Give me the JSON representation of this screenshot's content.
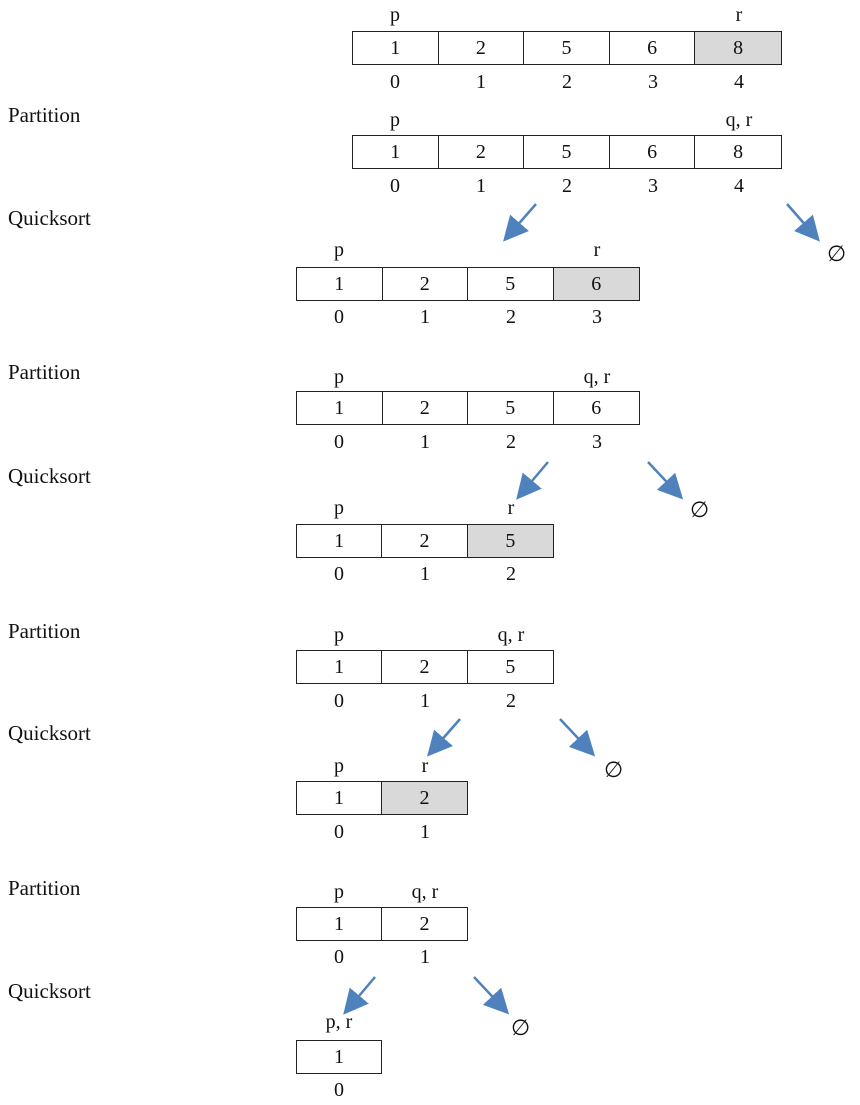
{
  "labels": {
    "partition": "Partition",
    "quicksort": "Quicksort",
    "empty": "∅"
  },
  "colors": {
    "pivot": "#d9d9d9",
    "arrow": "#4f81bd"
  },
  "blocks": [
    {
      "values": [
        "1",
        "2",
        "5",
        "6",
        "8"
      ],
      "indices": [
        "0",
        "1",
        "2",
        "3",
        "4"
      ],
      "pivot": 4,
      "markers": [
        {
          "cell": 0,
          "text": "p"
        },
        {
          "cell": 4,
          "text": "r"
        }
      ]
    },
    {
      "values": [
        "1",
        "2",
        "5",
        "6",
        "8"
      ],
      "indices": [
        "0",
        "1",
        "2",
        "3",
        "4"
      ],
      "pivot": -1,
      "markers": [
        {
          "cell": 0,
          "text": "p"
        },
        {
          "cell": 4,
          "text": "q, r"
        }
      ]
    },
    {
      "values": [
        "1",
        "2",
        "5",
        "6"
      ],
      "indices": [
        "0",
        "1",
        "2",
        "3"
      ],
      "pivot": 3,
      "markers": [
        {
          "cell": 0,
          "text": "p"
        },
        {
          "cell": 3,
          "text": "r"
        }
      ]
    },
    {
      "values": [
        "1",
        "2",
        "5",
        "6"
      ],
      "indices": [
        "0",
        "1",
        "2",
        "3"
      ],
      "pivot": -1,
      "markers": [
        {
          "cell": 0,
          "text": "p"
        },
        {
          "cell": 3,
          "text": "q, r"
        }
      ]
    },
    {
      "values": [
        "1",
        "2",
        "5"
      ],
      "indices": [
        "0",
        "1",
        "2"
      ],
      "pivot": 2,
      "markers": [
        {
          "cell": 0,
          "text": "p"
        },
        {
          "cell": 2,
          "text": "r"
        }
      ]
    },
    {
      "values": [
        "1",
        "2",
        "5"
      ],
      "indices": [
        "0",
        "1",
        "2"
      ],
      "pivot": -1,
      "markers": [
        {
          "cell": 0,
          "text": "p"
        },
        {
          "cell": 2,
          "text": "q, r"
        }
      ]
    },
    {
      "values": [
        "1",
        "2"
      ],
      "indices": [
        "0",
        "1"
      ],
      "pivot": 1,
      "markers": [
        {
          "cell": 0,
          "text": "p"
        },
        {
          "cell": 1,
          "text": "r"
        }
      ]
    },
    {
      "values": [
        "1",
        "2"
      ],
      "indices": [
        "0",
        "1"
      ],
      "pivot": -1,
      "markers": [
        {
          "cell": 0,
          "text": "p"
        },
        {
          "cell": 1,
          "text": "q, r"
        }
      ]
    },
    {
      "values": [
        "1"
      ],
      "indices": [
        "0"
      ],
      "pivot": -1,
      "markers": [
        {
          "cell": 0,
          "text": "p, r"
        }
      ]
    }
  ]
}
